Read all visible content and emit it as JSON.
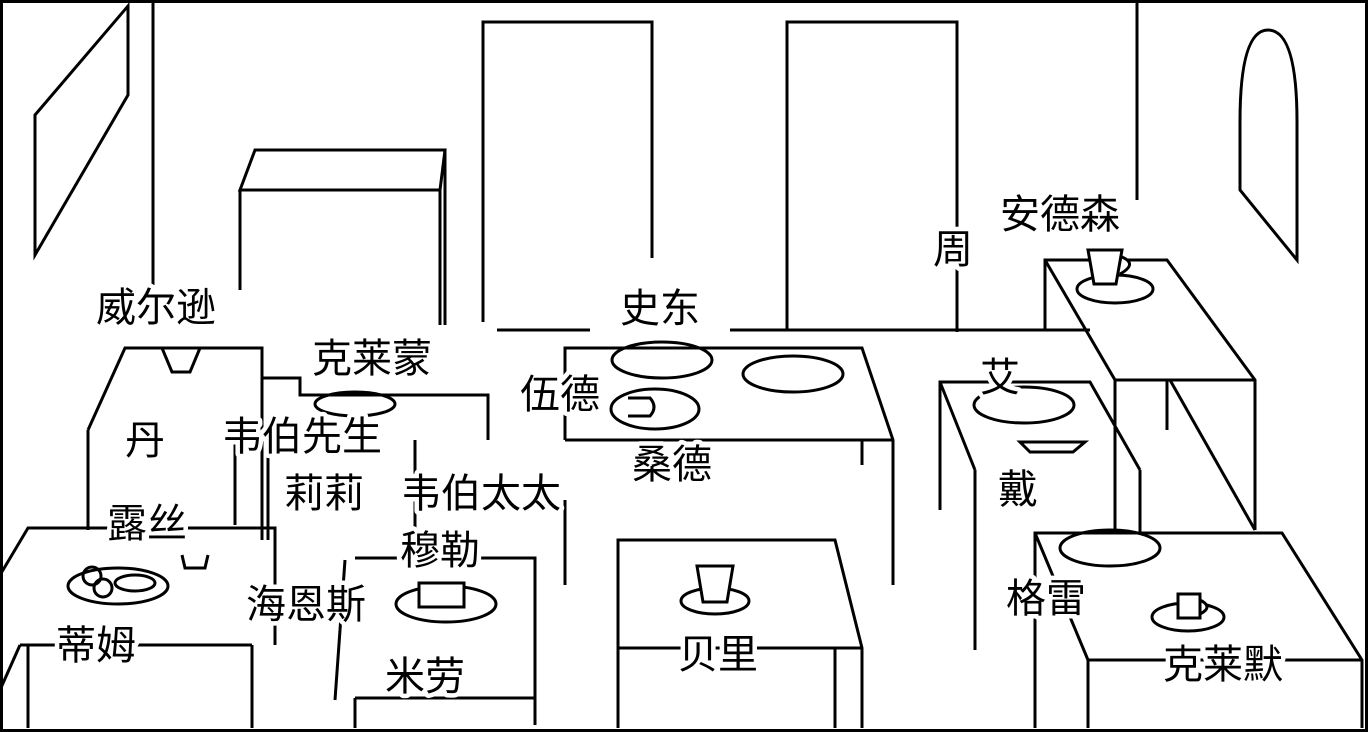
{
  "diagram": {
    "kind": "restaurant seating layout",
    "colors": {
      "line": "#000000",
      "background": "#ffffff"
    },
    "icons": [
      "plate-icon",
      "cup-icon",
      "bowl-icon",
      "food-icon",
      "napkin-icon"
    ],
    "labels": {
      "anderson": "安德森",
      "zhou": "周",
      "wilson": "威尔逊",
      "shidong": "史东",
      "clemont": "克莱蒙",
      "wude": "伍德",
      "ai": "艾",
      "dan": "丹",
      "mr_weber": "韦伯先生",
      "sander": "桑德",
      "lili": "莉莉",
      "mrs_weber": "韦伯太太",
      "dai": "戴",
      "rose": "露丝",
      "muller": "穆勒",
      "grey": "格雷",
      "haines": "海恩斯",
      "tim": "蒂姆",
      "berry": "贝里",
      "milao": "米劳",
      "clemo": "克莱默"
    }
  }
}
